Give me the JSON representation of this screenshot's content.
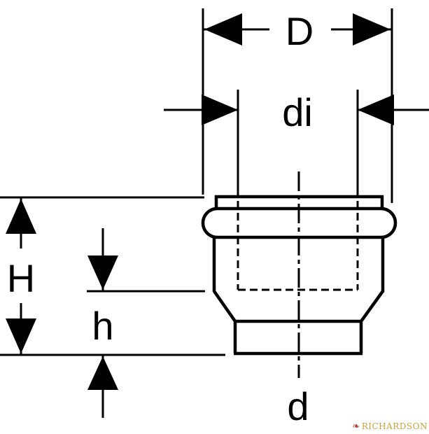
{
  "labels": {
    "outer_diameter": "D",
    "inner_diameter": "di",
    "overall_height": "H",
    "socket_height": "h",
    "spigot_diameter": "d"
  },
  "watermark": {
    "text": "RICHARDSON",
    "symbol": "flame-logo"
  },
  "colors": {
    "line": "#000000",
    "background": "#ffffff",
    "watermark_text": "#c9a13b",
    "watermark_symbol": "#b23a2e"
  }
}
